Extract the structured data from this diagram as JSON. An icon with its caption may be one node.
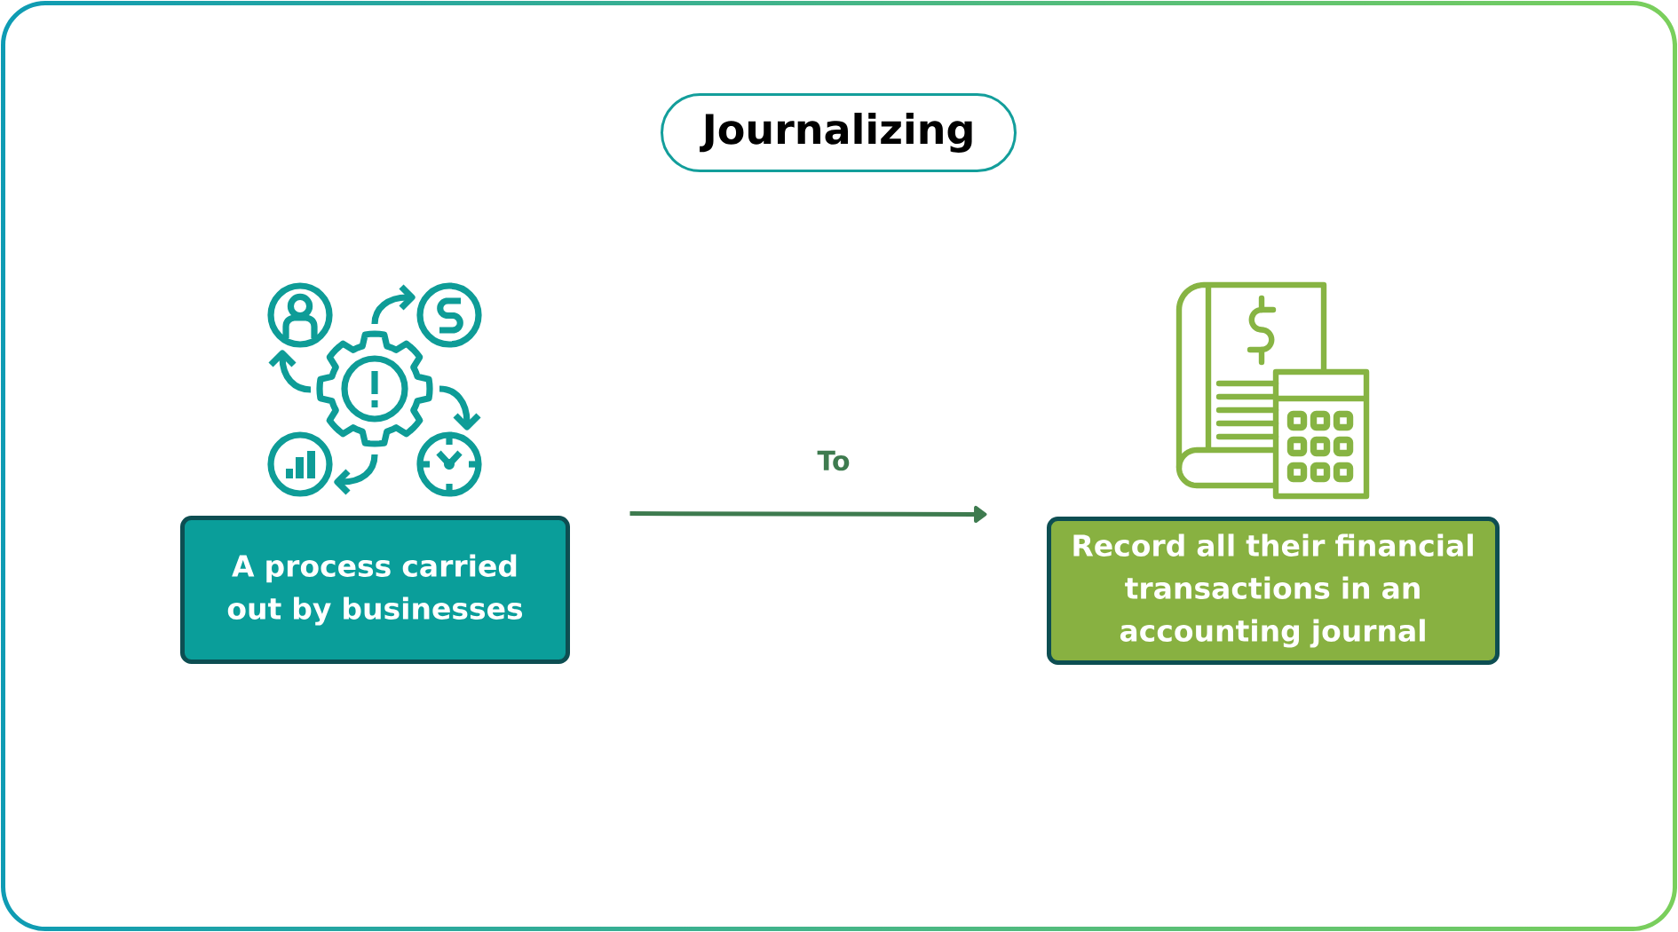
{
  "diagram": {
    "title": "Journalizing",
    "nodes": [
      {
        "text": [
          "A process carried out by businesses"
        ]
      },
      {
        "text": [
          "Record all their financial transactions in an accounting journal"
        ]
      }
    ],
    "edges": [
      {
        "from": 0,
        "to": 1,
        "arrow": "to",
        "label": "To"
      }
    ]
  }
}
